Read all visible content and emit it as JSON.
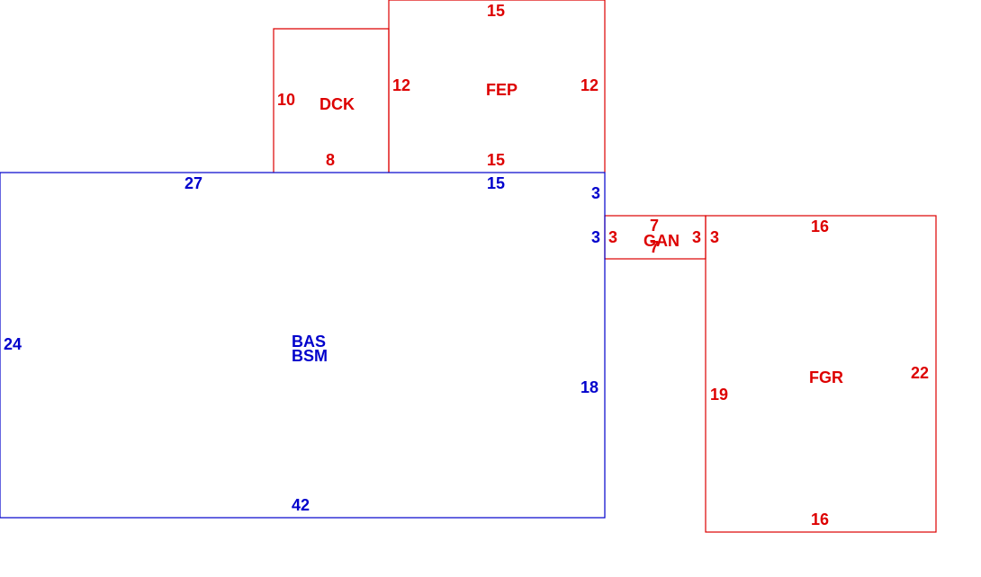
{
  "colors": {
    "main_area": "#0000cc",
    "addition_area": "#dd0000"
  },
  "areas": {
    "bas": {
      "codes": [
        "BAS",
        "BSM"
      ],
      "dims": {
        "top_left": "27",
        "top_right": "15",
        "left": "24",
        "right_upper_a": "3",
        "right_upper_b": "3",
        "right_lower": "18",
        "bottom": "42"
      }
    },
    "dck": {
      "code": "DCK",
      "dims": {
        "left": "10",
        "bottom": "8"
      }
    },
    "fep": {
      "code": "FEP",
      "dims": {
        "top": "15",
        "left": "12",
        "right": "12",
        "bottom": "15"
      }
    },
    "gan": {
      "code": "GAN",
      "dims": {
        "top": "7",
        "bottom": "7",
        "left": "3",
        "right": "3"
      }
    },
    "fgr": {
      "code": "FGR",
      "dims": {
        "top": "16",
        "left_outer": "3",
        "left": "19",
        "right": "22",
        "bottom": "16"
      }
    }
  }
}
